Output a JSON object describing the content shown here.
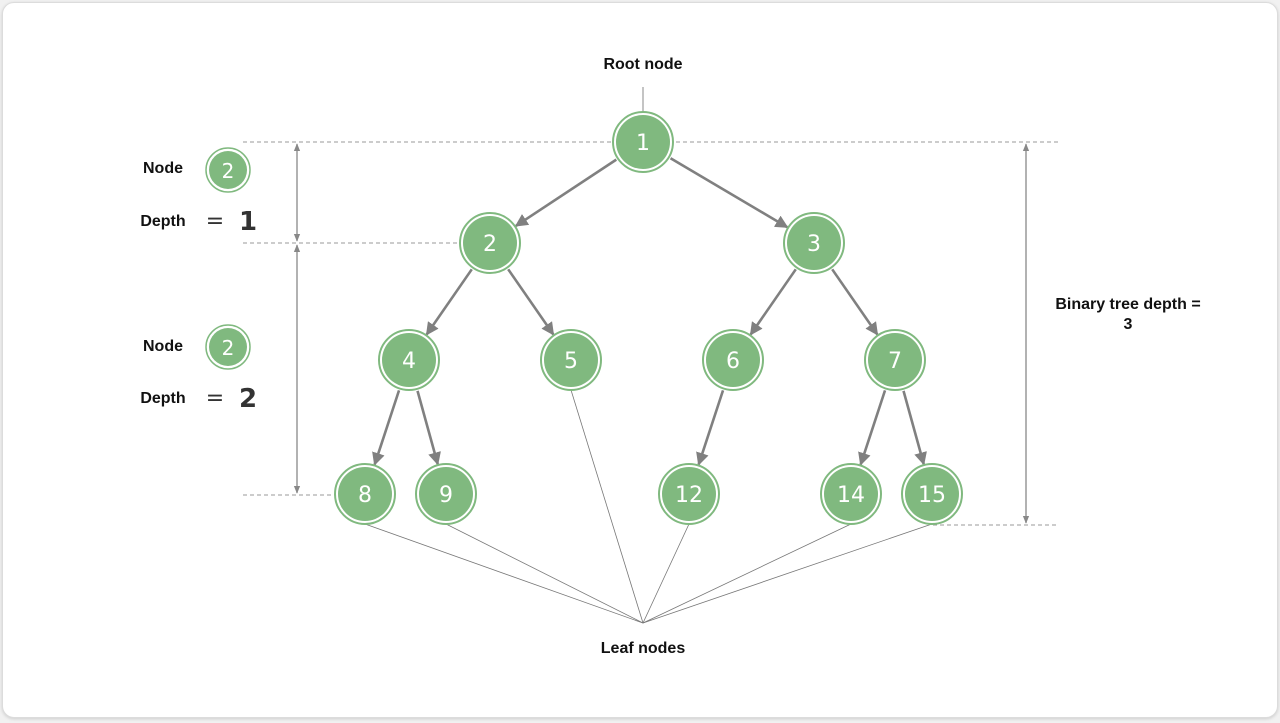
{
  "colors": {
    "node_fill": "#80b97f",
    "node_ring": "#80b97f",
    "edge": "#808080",
    "guide": "#999999"
  },
  "nodes": [
    {
      "id": "1",
      "label": "1"
    },
    {
      "id": "2",
      "label": "2"
    },
    {
      "id": "3",
      "label": "3"
    },
    {
      "id": "4",
      "label": "4"
    },
    {
      "id": "5",
      "label": "5"
    },
    {
      "id": "6",
      "label": "6"
    },
    {
      "id": "7",
      "label": "7"
    },
    {
      "id": "8",
      "label": "8"
    },
    {
      "id": "9",
      "label": "9"
    },
    {
      "id": "12",
      "label": "12"
    },
    {
      "id": "14",
      "label": "14"
    },
    {
      "id": "15",
      "label": "15"
    }
  ],
  "edges": [
    [
      "1",
      "2"
    ],
    [
      "1",
      "3"
    ],
    [
      "2",
      "4"
    ],
    [
      "2",
      "5"
    ],
    [
      "3",
      "6"
    ],
    [
      "3",
      "7"
    ],
    [
      "4",
      "8"
    ],
    [
      "4",
      "9"
    ],
    [
      "6",
      "12"
    ],
    [
      "7",
      "14"
    ],
    [
      "7",
      "15"
    ]
  ],
  "labels": {
    "root": "Root node",
    "leaf": "Leaf nodes",
    "tree_depth": "Binary tree depth =",
    "tree_depth_value": "3"
  },
  "legend": [
    {
      "node_word": "Node",
      "node_value": "2",
      "depth_word": "Depth",
      "equals": "=",
      "depth_value": "1"
    },
    {
      "node_word": "Node",
      "node_value": "2",
      "depth_word": "Depth",
      "equals": "=",
      "depth_value": "2"
    }
  ],
  "leaf_node_ids": [
    "8",
    "9",
    "5",
    "12",
    "14",
    "15"
  ]
}
